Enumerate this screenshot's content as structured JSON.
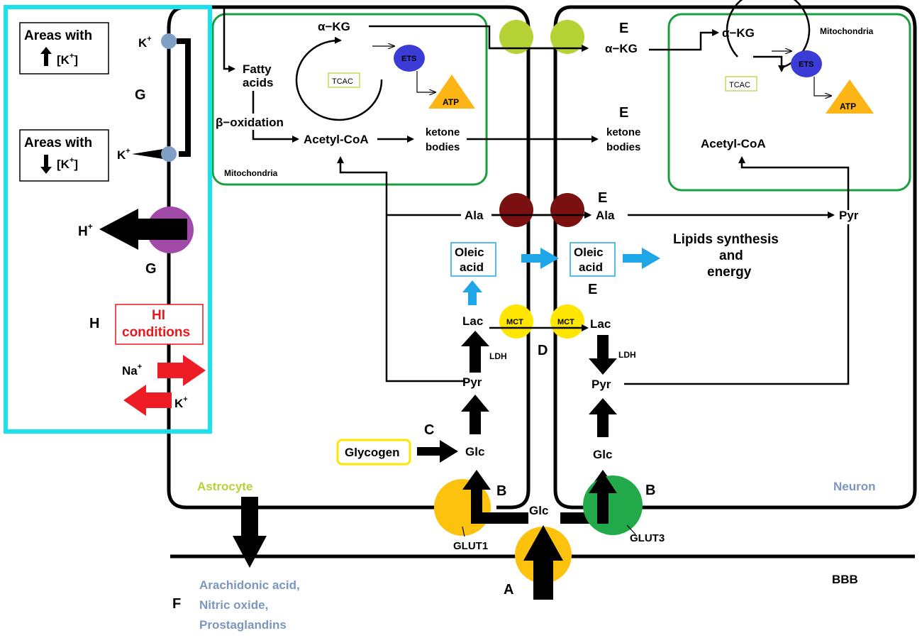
{
  "colors": {
    "highlight_box": "#17e2ee",
    "mito": "#1a9e3e",
    "transporter_green_light": "#b5d334",
    "transporter_maroon": "#7a1010",
    "transporter_yellow": "#ffe600",
    "glut_orange": "#fdc20d",
    "glut3_green": "#22aa4a",
    "ets_blue": "#3b3bd6",
    "atp_orange": "#fdb515",
    "pump_purple": "#a24aa8",
    "channel_blue": "#7f9fc6",
    "red_arrow": "#ee1c24",
    "cyan_arrow": "#1fa6e8",
    "label_blue": "#7b96bf"
  },
  "left_panel": {
    "areas_high": "Areas with",
    "areas_high_sub": "[K",
    "areas_low": "Areas with",
    "areas_low_sub": "[K",
    "k_plus_top": "K",
    "k_plus_mid": "K",
    "letter_g_top": "G",
    "h_plus": "H",
    "letter_g_bottom": "G",
    "letter_h": "H",
    "hi_conditions_line1": "HI",
    "hi_conditions_line2": "conditions",
    "na_plus": "Na",
    "k_plus_bottom": "K",
    "plus": "+",
    "bracket_close": "]"
  },
  "astrocyte": {
    "label": "Astrocyte",
    "mito_label": "Mitochondria",
    "fatty_acids_1": "Fatty",
    "fatty_acids_2": "acids",
    "beta_oxidation": "β−oxidation",
    "alpha_kg": "α−KG",
    "tcac": "TCAC",
    "ets": "ETS",
    "atp": "ATP",
    "acetyl_coa": "Acetyl-CoA",
    "ketone_1": "ketone",
    "ketone_2": "bodies",
    "ala": "Ala",
    "oleic_1": "Oleic",
    "oleic_2": "acid",
    "lac": "Lac",
    "ldh": "LDH",
    "pyr": "Pyr",
    "glc": "Glc",
    "glycogen": "Glycogen",
    "letter_c": "C",
    "letter_b": "B",
    "glut1": "GLUT1",
    "mct": "MCT"
  },
  "neuron": {
    "label": "Neuron",
    "mito_label": "Mitochondria",
    "alpha_kg": "α−KG",
    "tcac": "TCAC",
    "ets": "ETS",
    "atp": "ATP",
    "acetyl_coa": "Acetyl-CoA",
    "ketone_1": "ketone",
    "ketone_2": "bodies",
    "ala": "Ala",
    "pyr_top": "Pyr",
    "oleic_1": "Oleic",
    "oleic_2": "acid",
    "lipids_1": "Lipids synthesis",
    "lipids_2": "and",
    "lipids_3": "energy",
    "lac": "Lac",
    "ldh": "LDH",
    "pyr": "Pyr",
    "glc": "Glc",
    "letter_b": "B",
    "glut3": "GLUT3",
    "mct": "MCT",
    "letter_e1": "E",
    "letter_e2": "E",
    "letter_e3": "E",
    "letter_e4": "E",
    "letter_d": "D"
  },
  "bottom": {
    "glc_mid": "Glc",
    "letter_a": "A",
    "bbb": "BBB",
    "letter_f": "F",
    "products_1": "Arachidonic acid,",
    "products_2": "Nitric oxide,",
    "products_3": "Prostaglandins"
  }
}
